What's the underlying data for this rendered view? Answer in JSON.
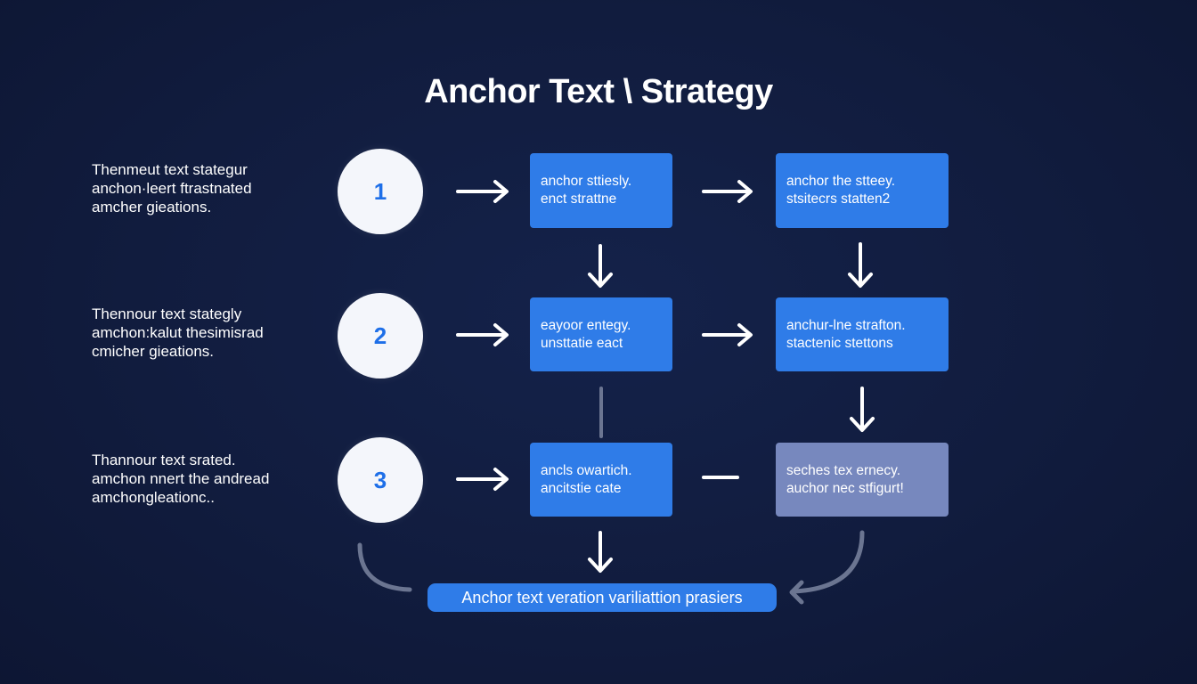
{
  "title": "Anchor Text \\ Strategy",
  "rows": [
    {
      "number": "1",
      "text": [
        "Thenmeut text stategur",
        "anchon·leert ftrastnated",
        "amcher gieations."
      ],
      "box_a": [
        "anchor sttiesly.",
        "enct strattne"
      ],
      "box_b": [
        "anchor the stteey.",
        "stsitecrs statten2"
      ]
    },
    {
      "number": "2",
      "text": [
        "Thennour text stategly",
        "amchon:kalut thesimisrad",
        "cmicher gieations."
      ],
      "box_a": [
        "eayoor entegy.",
        "unsttatie eact"
      ],
      "box_b": [
        "anchur-lne strafton.",
        "stactenic stettons"
      ]
    },
    {
      "number": "3",
      "text": [
        "Thannour text srated.",
        "amchon nnert the andread",
        "amchongleationc.."
      ],
      "box_a": [
        "ancls owartich.",
        "ancitstie cate"
      ],
      "box_b": [
        "seches tex ernecy.",
        "auchor nec stfigurt!"
      ]
    }
  ],
  "summary": "Anchor text veration  variliattion prasiers",
  "colors": {
    "background": "#111c3e",
    "box": "#2f7ce8",
    "box_muted": "#7788be",
    "circle": "#f4f6fb",
    "accent_number": "#1e6fe8"
  }
}
